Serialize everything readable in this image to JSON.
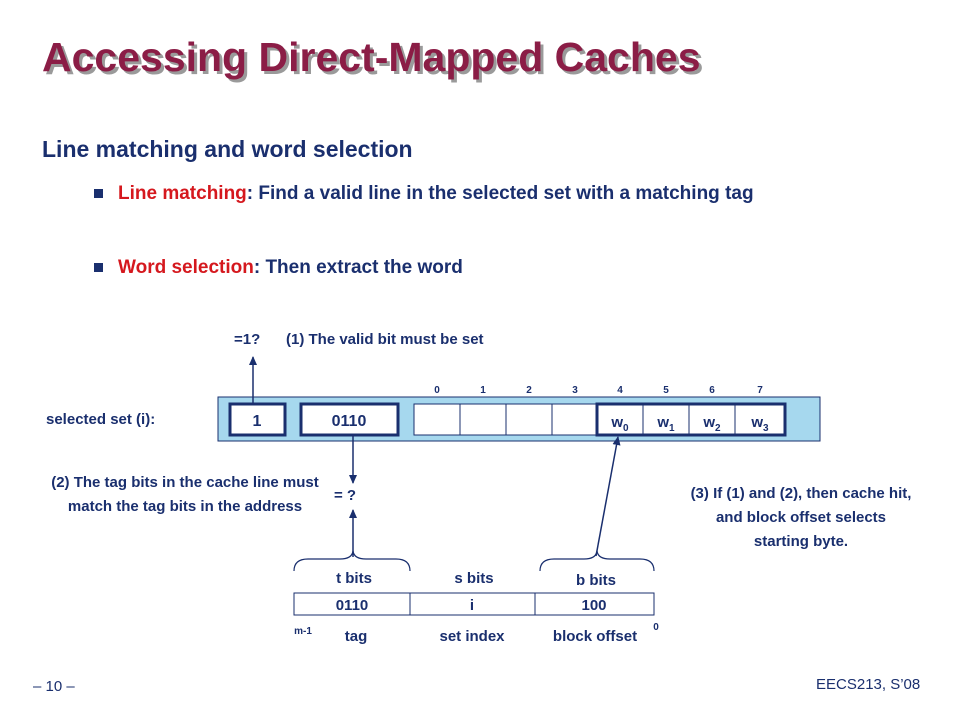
{
  "slide": {
    "title": "Accessing Direct-Mapped Caches",
    "subtitle": "Line matching and word selection",
    "bullets": [
      {
        "term": "Line matching",
        "text": ": Find a valid line in the selected set with a matching tag"
      },
      {
        "term": "Word selection",
        "text": ": Then extract the word"
      }
    ]
  },
  "diagram": {
    "valid_check": "=1?",
    "valid_note": "(1) The valid bit must be set",
    "selected_set_label": "selected set (i):",
    "valid_bit": "1",
    "tag_value": "0110",
    "byte_indices": [
      "0",
      "1",
      "2",
      "3",
      "4",
      "5",
      "6",
      "7"
    ],
    "words": [
      {
        "w": "w",
        "sub": "0"
      },
      {
        "w": "w",
        "sub": "1"
      },
      {
        "w": "w",
        "sub": "2"
      },
      {
        "w": "w",
        "sub": "3"
      }
    ],
    "tag_note": "(2) The tag bits in the cache line must match the tag bits in the address",
    "tag_check": "= ?",
    "hit_note": "(3) If (1) and (2), then cache hit, and block offset selects starting byte.",
    "address": {
      "field_sizes": [
        "t bits",
        "s bits",
        "b bits"
      ],
      "values": [
        "0110",
        "i",
        "100"
      ],
      "field_names": [
        "tag",
        "set index",
        "block offset"
      ],
      "msb": "m-1",
      "lsb": "0"
    }
  },
  "footer": {
    "page": "– 10 –",
    "course": "EECS213, S’08"
  },
  "colors": {
    "title": "#8b1d46",
    "text": "#1a2f6e",
    "highlight": "#d5181e",
    "cache_line_fill": "#a6d8ee"
  }
}
